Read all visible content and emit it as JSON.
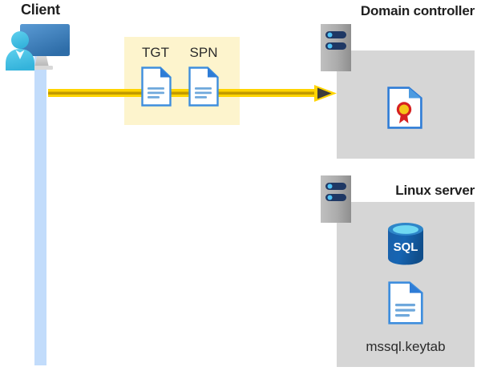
{
  "diagram": {
    "title_client": "Client",
    "title_domain_controller": "Domain controller",
    "title_linux_server": "Linux server",
    "flow": {
      "box_labels": [
        "TGT",
        "SPN"
      ],
      "tgt_label": "TGT",
      "spn_label": "SPN",
      "arrow_direction": "client-to-domain-controller"
    },
    "domain_controller": {
      "icon": "certificate-document-icon"
    },
    "linux_server": {
      "database_icon_label": "SQL",
      "keytab_file_name": "mssql.keytab"
    },
    "colors": {
      "highlight_box": "#FDF4CD",
      "arrow_yellow": "#FFD400",
      "arrow_gold": "#C8A200",
      "arrow_head": "#3C3C3C",
      "panel_gray": "#D6D6D6",
      "server_gray": "#A6A6A6",
      "server_pill": "#1F3864",
      "lifeline_blue": "#C2DCFB",
      "doc_blue": "#3E8EDE",
      "sql_blue": "#1B5EA6",
      "seal_red": "#D62121",
      "seal_yellow": "#F5C518",
      "text_dark": "#1F1F1F"
    }
  }
}
